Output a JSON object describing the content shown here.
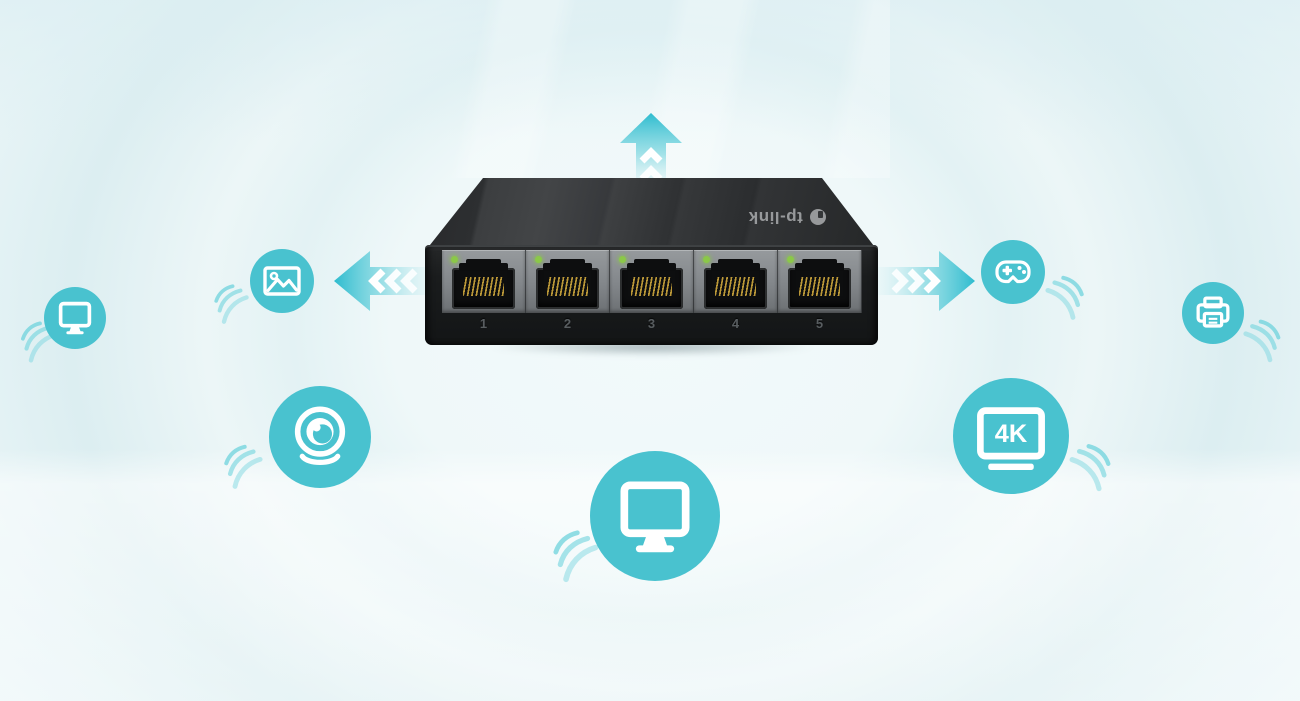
{
  "device": {
    "brand_label": "tp-link",
    "port_labels": [
      "1",
      "2",
      "3",
      "4",
      "5"
    ]
  },
  "icons": {
    "tv4k_label": "4K",
    "names": [
      "monitor-icon",
      "photo-icon",
      "webcam-icon",
      "desktop-monitor-icon",
      "4k-tv-icon",
      "gamepad-icon",
      "printer-icon"
    ]
  },
  "arrows": {
    "names": [
      "up-arrow",
      "left-arrow",
      "right-arrow"
    ]
  },
  "colors": {
    "accent_teal": "#49c2cf",
    "wave_teal": "#71d4dd",
    "arrow_teal": "#2ebccf",
    "led_green": "#8bc848",
    "pin_gold": "#caa43c",
    "device_dark": "#1b1c1d",
    "port_panel_gray": "#85898c",
    "background_tint": "#dceef1"
  }
}
